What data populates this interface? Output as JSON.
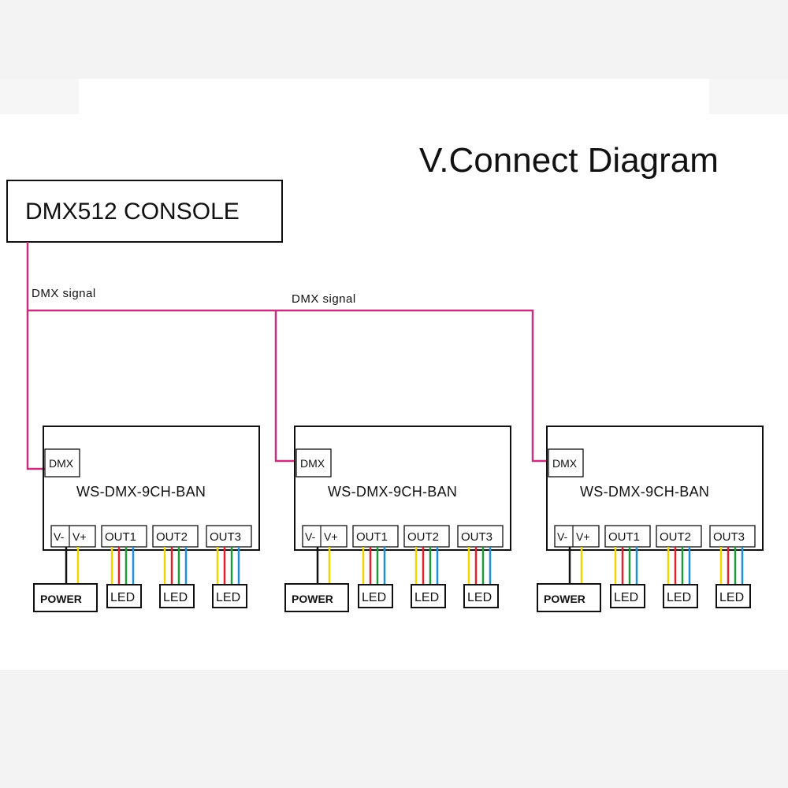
{
  "title": "V.Connect Diagram",
  "console": {
    "label": "DMX512 CONSOLE"
  },
  "signal_labels": [
    "DMX  signal",
    "DMX  signal"
  ],
  "decoders": [
    {
      "dmx_port": "DMX",
      "model": "WS-DMX-9CH-BAN",
      "vminus": "V-",
      "vplus": "V+",
      "outputs": [
        "OUT1",
        "OUT2",
        "OUT3"
      ],
      "power": "POWER",
      "leds": [
        "LED",
        "LED",
        "LED"
      ]
    },
    {
      "dmx_port": "DMX",
      "model": "WS-DMX-9CH-BAN",
      "vminus": "V-",
      "vplus": "V+",
      "outputs": [
        "OUT1",
        "OUT2",
        "OUT3"
      ],
      "power": "POWER",
      "leds": [
        "LED",
        "LED",
        "LED"
      ]
    },
    {
      "dmx_port": "DMX",
      "model": "WS-DMX-9CH-BAN",
      "vminus": "V-",
      "vplus": "V+",
      "outputs": [
        "OUT1",
        "OUT2",
        "OUT3"
      ],
      "power": "POWER",
      "leds": [
        "LED",
        "LED",
        "LED"
      ]
    }
  ],
  "colors": {
    "signal_line": "#c4317f",
    "wire_yellow": "#f2d500",
    "wire_red": "#e0202a",
    "wire_green": "#1f9a3a",
    "wire_blue": "#1e8fd8",
    "wire_black": "#111111"
  }
}
